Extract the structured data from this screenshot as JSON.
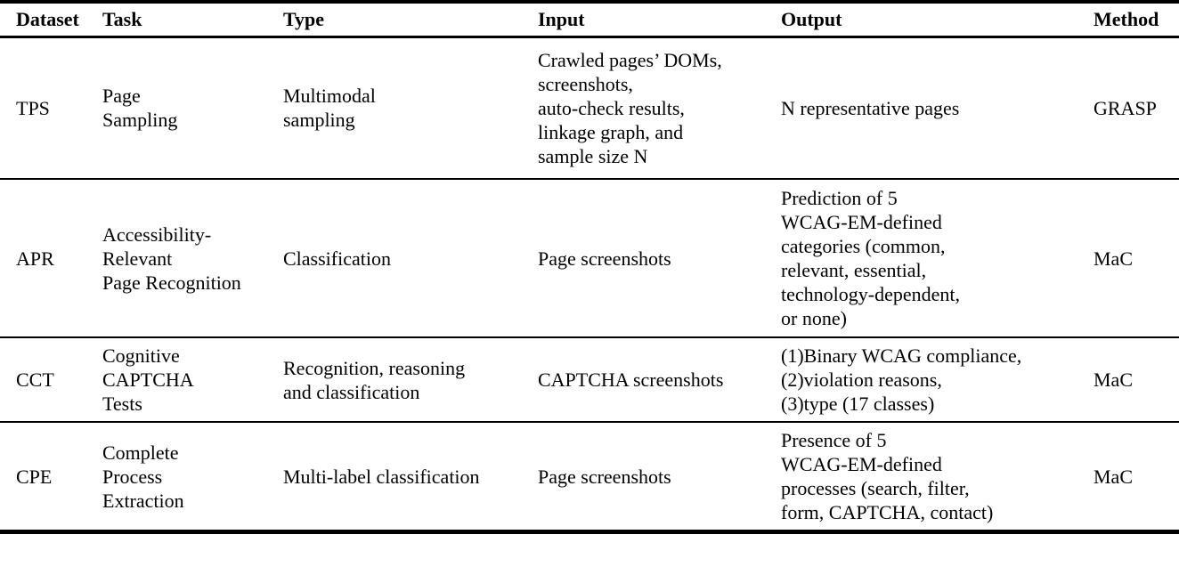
{
  "table": {
    "headers": [
      "Dataset",
      "Task",
      "Type",
      "Input",
      "Output",
      "Method"
    ],
    "rows": [
      {
        "dataset": "TPS",
        "task": "Page\nSampling",
        "type": "Multimodal\nsampling",
        "input": "Crawled pages’ DOMs,\nscreenshots,\nauto-check results,\nlinkage graph, and\nsample size N",
        "output": "N representative pages",
        "method": "GRASP"
      },
      {
        "dataset": "APR",
        "task": "Accessibility-\nRelevant\nPage Recognition",
        "type": "Classification",
        "input": "Page screenshots",
        "output": "Prediction of 5\nWCAG-EM-defined\ncategories (common,\nrelevant, essential,\ntechnology-dependent,\nor none)",
        "method": "MaC"
      },
      {
        "dataset": "CCT",
        "task": "Cognitive\nCAPTCHA\nTests",
        "type": "Recognition, reasoning\nand classification",
        "input": "CAPTCHA screenshots",
        "output": "(1)Binary WCAG compliance,\n(2)violation reasons,\n(3)type (17 classes)",
        "method": "MaC"
      },
      {
        "dataset": "CPE",
        "task": "Complete\nProcess\nExtraction",
        "type": "Multi-label classification",
        "input": "Page screenshots",
        "output": "Presence of 5\nWCAG-EM-defined\nprocesses (search, filter,\nform, CAPTCHA, contact)",
        "method": "MaC"
      }
    ]
  },
  "colors": {
    "background": "#ffffff",
    "text": "#000000",
    "rule": "#000000"
  }
}
